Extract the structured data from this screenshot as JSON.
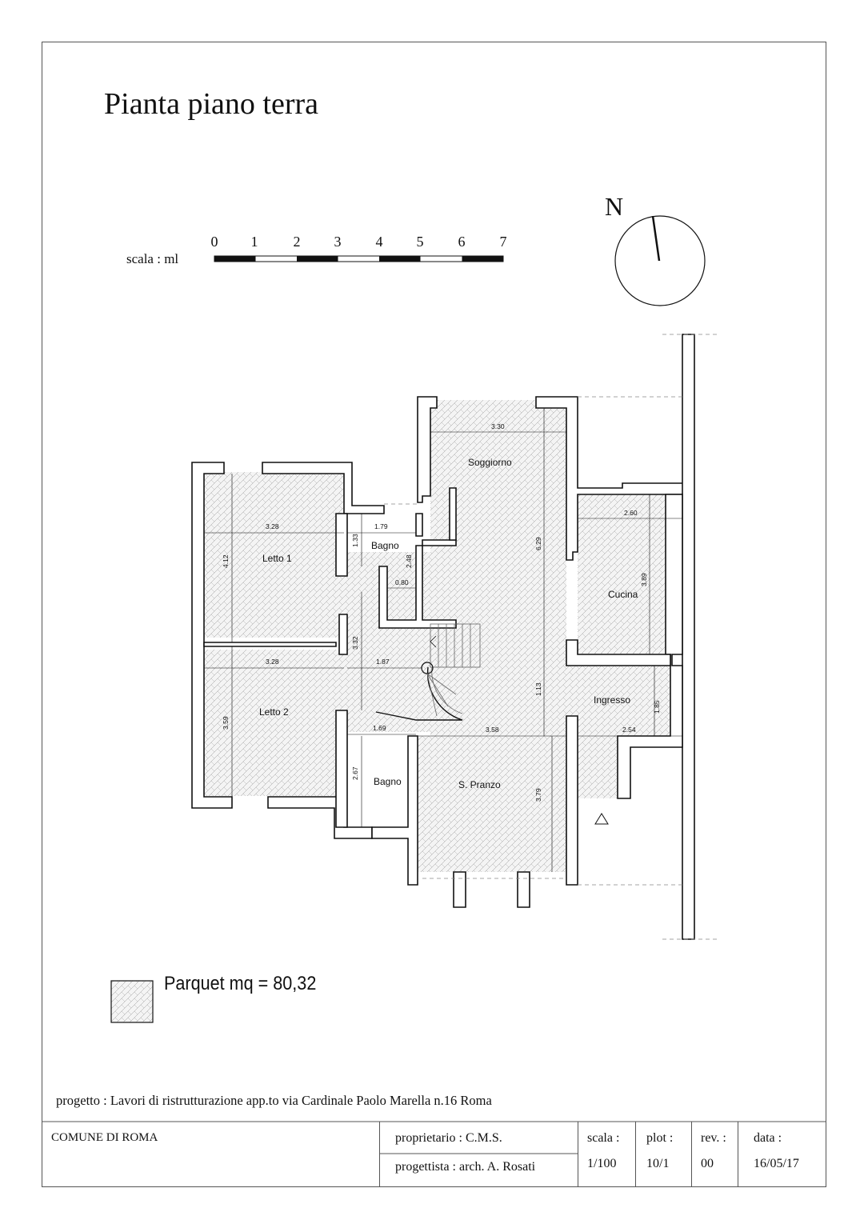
{
  "title": "Pianta piano terra",
  "scale_bar": {
    "label": "scala : ml",
    "ticks": [
      "0",
      "1",
      "2",
      "3",
      "4",
      "5",
      "6",
      "7"
    ]
  },
  "north_label": "N",
  "rooms": {
    "letto1": "Letto 1",
    "letto2": "Letto 2",
    "bagno_top": "Bagno",
    "bagno_bottom": "Bagno",
    "soggiorno": "Soggiorno",
    "cucina": "Cucina",
    "ingresso": "Ingresso",
    "pranzo": "S. Pranzo"
  },
  "dimensions": {
    "soggiorno_w": "3.30",
    "soggiorno_h": "6.29",
    "cucina_w": "2.60",
    "cucina_h": "3.89",
    "letto1_w": "3.28",
    "letto1_h": "4.12",
    "letto2_w": "3.28",
    "letto2_h": "3.59",
    "bagno_top_w": "1.79",
    "bagno_top_h1": "1.33",
    "bagno_top_h2": "2.48",
    "bagno_top_w2": "0.80",
    "corridor_h": "3.32",
    "corridor_w": "1.87",
    "ingresso_h1": "1.13",
    "ingresso_h2": "1.85",
    "ingresso_w": "2.54",
    "bagno_bottom_w": "1.69",
    "bagno_bottom_h": "2.67",
    "pranzo_w": "3.58",
    "pranzo_h": "3.79"
  },
  "legend": "Parquet mq = 80,32",
  "project_line": "progetto : Lavori di ristrutturazione app.to  via Cardinale Paolo Marella n.16 Roma",
  "title_block": {
    "comune": "COMUNE DI ROMA",
    "proprietario": "proprietario : C.M.S.",
    "progettista": "progettista : arch. A. Rosati",
    "scala_label": "scala :",
    "scala_value": "1/100",
    "plot_label": "plot :",
    "plot_value": "10/1",
    "rev_label": "rev. :",
    "rev_value": "00",
    "data_label": "data :",
    "data_value": "16/05/17"
  }
}
